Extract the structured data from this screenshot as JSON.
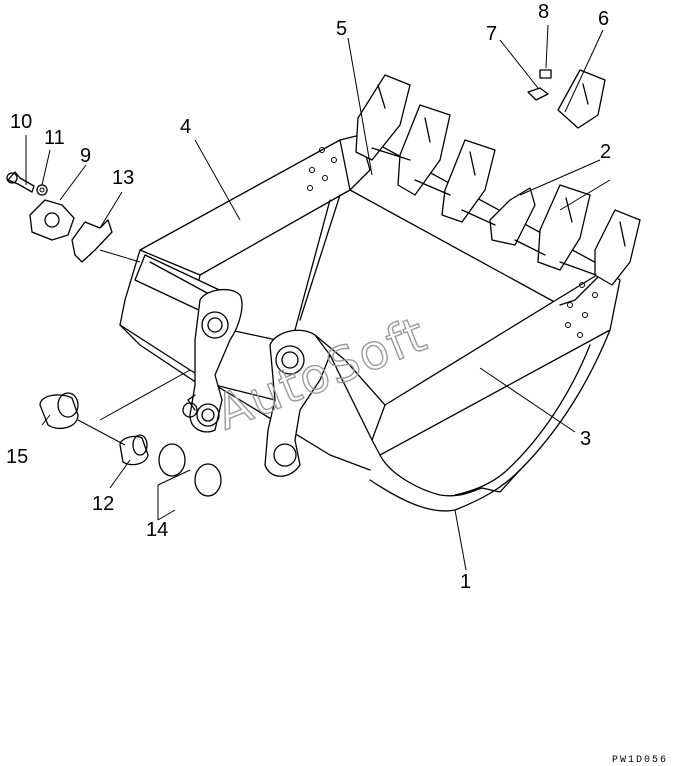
{
  "diagram": {
    "drawing_code": "PW1D056",
    "watermark": "AutoSoft",
    "callouts": [
      {
        "id": "c1",
        "label": "1"
      },
      {
        "id": "c2",
        "label": "2"
      },
      {
        "id": "c3",
        "label": "3"
      },
      {
        "id": "c4",
        "label": "4"
      },
      {
        "id": "c5",
        "label": "5"
      },
      {
        "id": "c6",
        "label": "6"
      },
      {
        "id": "c7",
        "label": "7"
      },
      {
        "id": "c8",
        "label": "8"
      },
      {
        "id": "c9",
        "label": "9"
      },
      {
        "id": "c10",
        "label": "10"
      },
      {
        "id": "c11",
        "label": "11"
      },
      {
        "id": "c12",
        "label": "12"
      },
      {
        "id": "c13",
        "label": "13"
      },
      {
        "id": "c14",
        "label": "14"
      },
      {
        "id": "c15",
        "label": "15"
      }
    ]
  }
}
